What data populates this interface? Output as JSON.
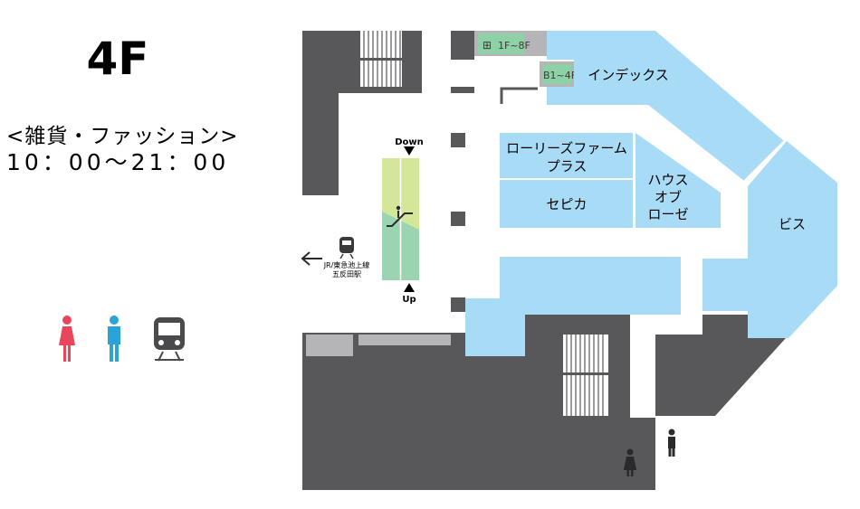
{
  "floor": "4F",
  "category": "<雑貨・ファッション>",
  "hours": "10：00～21：00",
  "shops": {
    "index": "インデックス",
    "laurie_1": "ローリーズファーム",
    "laurie_2": "プラス",
    "sepica": "セピカ",
    "house_1": "ハウス",
    "house_2": "オブ",
    "house_3": "ローゼ",
    "vis": "ビス"
  },
  "elevator": {
    "floors_main": "1F~8F",
    "floors_sub": "B1~4F"
  },
  "escalator": {
    "down": "Down",
    "up": "Up"
  },
  "station": {
    "line1": "JR/東急池上線",
    "line2": "五反田駅"
  },
  "colors": {
    "shop": "#a8dcf6",
    "wall": "#58585a",
    "esc_top": "#d3e69a",
    "esc_bottom": "#9bd4b0",
    "female": "#e8475b",
    "male": "#2aa3d8",
    "elevator": "#8fd1a6"
  }
}
